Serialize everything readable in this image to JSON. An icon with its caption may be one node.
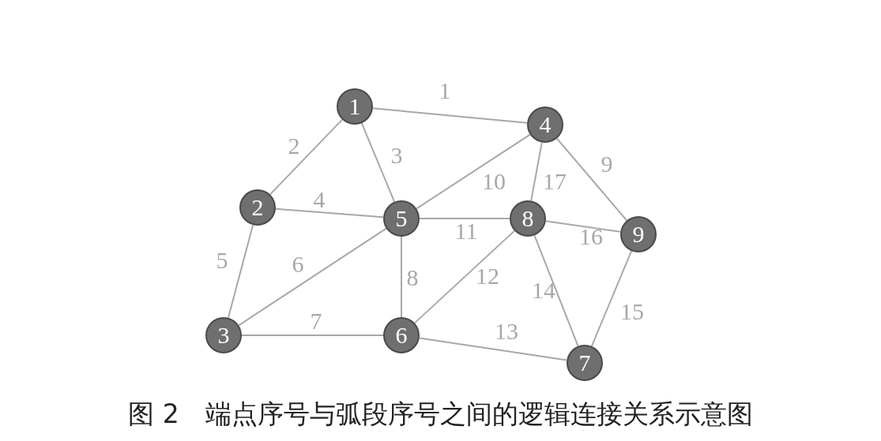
{
  "diagram": {
    "caption": "图 2　端点序号与弧段序号之间的逻辑连接关系示意图",
    "nodes": [
      {
        "text": [
          "1"
        ]
      },
      {
        "text": [
          "2"
        ]
      },
      {
        "text": [
          "3"
        ]
      },
      {
        "text": [
          "4"
        ]
      },
      {
        "text": [
          "5"
        ]
      },
      {
        "text": [
          "6"
        ]
      },
      {
        "text": [
          "7"
        ]
      },
      {
        "text": [
          "8"
        ]
      },
      {
        "text": [
          "9"
        ]
      }
    ],
    "edges": [
      {
        "from": 0,
        "to": 3,
        "arrow": "none",
        "label": "1"
      },
      {
        "from": 0,
        "to": 1,
        "arrow": "none",
        "label": "2"
      },
      {
        "from": 0,
        "to": 4,
        "arrow": "none",
        "label": "3"
      },
      {
        "from": 1,
        "to": 4,
        "arrow": "none",
        "label": "4"
      },
      {
        "from": 1,
        "to": 2,
        "arrow": "none",
        "label": "5"
      },
      {
        "from": 2,
        "to": 4,
        "arrow": "none",
        "label": "6"
      },
      {
        "from": 2,
        "to": 5,
        "arrow": "none",
        "label": "7"
      },
      {
        "from": 4,
        "to": 5,
        "arrow": "none",
        "label": "8"
      },
      {
        "from": 3,
        "to": 8,
        "arrow": "none",
        "label": "9"
      },
      {
        "from": 4,
        "to": 3,
        "arrow": "none",
        "label": "10"
      },
      {
        "from": 4,
        "to": 7,
        "arrow": "none",
        "label": "11"
      },
      {
        "from": 5,
        "to": 7,
        "arrow": "none",
        "label": "12"
      },
      {
        "from": 5,
        "to": 6,
        "arrow": "none",
        "label": "13"
      },
      {
        "from": 7,
        "to": 6,
        "arrow": "none",
        "label": "14"
      },
      {
        "from": 6,
        "to": 8,
        "arrow": "none",
        "label": "15"
      },
      {
        "from": 7,
        "to": 8,
        "arrow": "none",
        "label": "16"
      },
      {
        "from": 3,
        "to": 7,
        "arrow": "none",
        "label": "17"
      }
    ]
  }
}
